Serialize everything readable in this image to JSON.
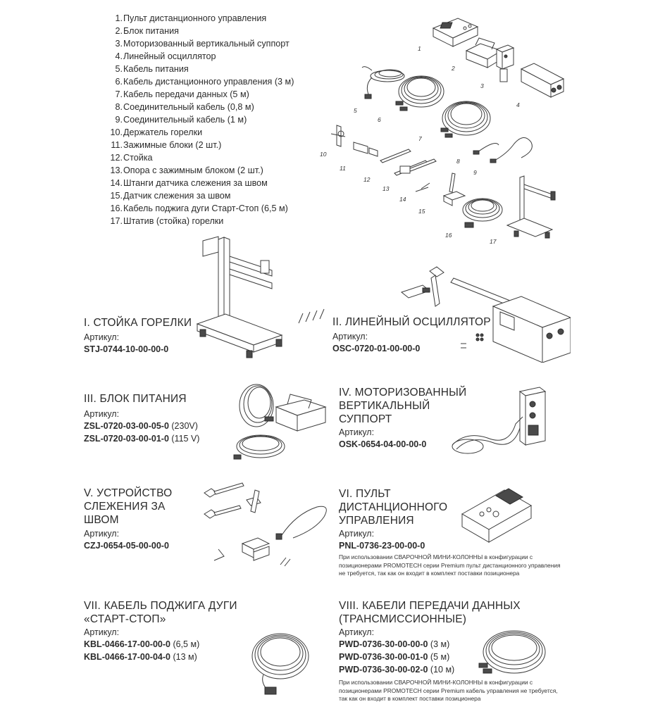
{
  "parts_list": [
    {
      "num": "1.",
      "label": "Пульт дистанционного управления"
    },
    {
      "num": "2.",
      "label": "Блок питания"
    },
    {
      "num": "3.",
      "label": "Моторизованный вертикальный суппорт"
    },
    {
      "num": "4.",
      "label": "Линейный осциллятор"
    },
    {
      "num": "5.",
      "label": "Кабель питания"
    },
    {
      "num": "6.",
      "label": "Кабель дистанционного управления (3 м)"
    },
    {
      "num": "7.",
      "label": "Кабель передачи данных (5 м)"
    },
    {
      "num": "8.",
      "label": "Соединительный кабель (0,8 м)"
    },
    {
      "num": "9.",
      "label": "Соединительный кабель (1 м)"
    },
    {
      "num": "10.",
      "label": "Держатель горелки"
    },
    {
      "num": "11.",
      "label": "Зажимные блоки (2 шт.)"
    },
    {
      "num": "12.",
      "label": "Стойка"
    },
    {
      "num": "13.",
      "label": "Опора с зажимным блоком (2 шт.)"
    },
    {
      "num": "14.",
      "label": "Штанги датчика слежения за швом"
    },
    {
      "num": "15.",
      "label": "Датчик слежения за швом"
    },
    {
      "num": "16.",
      "label": "Кабель поджига дуги Старт-Стоп (6,5 м)"
    },
    {
      "num": "17.",
      "label": "Штатив (стойка) горелки"
    }
  ],
  "diagram_numbers": [
    "1",
    "2",
    "3",
    "4",
    "5",
    "6",
    "7",
    "8",
    "9",
    "10",
    "11",
    "12",
    "13",
    "14",
    "15",
    "16",
    "17"
  ],
  "sections": {
    "s1": {
      "title": "I. СТОЙКА ГОРЕЛКИ",
      "article_label": "Артикул:",
      "codes": [
        {
          "code": "STJ-0744-10-00-00-0",
          "extra": ""
        }
      ]
    },
    "s2": {
      "title": "II. ЛИНЕЙНЫЙ ОСЦИЛЛЯТОР",
      "article_label": "Артикул:",
      "codes": [
        {
          "code": "OSC-0720-01-00-00-0",
          "extra": ""
        }
      ]
    },
    "s3": {
      "title": "III. БЛОК ПИТАНИЯ",
      "article_label": "Артикул:",
      "codes": [
        {
          "code": "ZSL-0720-03-00-05-0",
          "extra": " (230V)"
        },
        {
          "code": "ZSL-0720-03-00-01-0",
          "extra": " (115 V)"
        }
      ]
    },
    "s4": {
      "title_lines": [
        "IV. МОТОРИЗОВАННЫЙ",
        "ВЕРТИКАЛЬНЫЙ",
        "СУППОРТ"
      ],
      "article_label": "Артикул:",
      "codes": [
        {
          "code": "OSK-0654-04-00-00-0",
          "extra": ""
        }
      ]
    },
    "s5": {
      "title_lines": [
        "V. УСТРОЙСТВО",
        "СЛЕЖЕНИЯ ЗА",
        "ШВОМ"
      ],
      "article_label": "Артикул:",
      "codes": [
        {
          "code": "CZJ-0654-05-00-00-0",
          "extra": ""
        }
      ]
    },
    "s6": {
      "title_lines": [
        "VI. ПУЛЬТ",
        "ДИСТАНЦИОННОГО",
        "УПРАВЛЕНИЯ"
      ],
      "article_label": "Артикул:",
      "codes": [
        {
          "code": "PNL-0736-23-00-00-0",
          "extra": ""
        }
      ],
      "note": "При использовании СВАРОЧНОЙ МИНИ-КОЛОННЫ в конфигурации с позиционерами PROMOTECH серии Premium пульт дистанционного управления не требуется, так как он входит в комплект поставки позиционера"
    },
    "s7": {
      "title_lines": [
        "VII. КАБЕЛЬ ПОДЖИГА ДУГИ",
        "«СТАРТ-СТОП»"
      ],
      "article_label": "Артикул:",
      "codes": [
        {
          "code": "KBL-0466-17-00-00-0",
          "extra": " (6,5 м)"
        },
        {
          "code": "KBL-0466-17-00-04-0",
          "extra": " (13 м)"
        }
      ]
    },
    "s8": {
      "title_lines": [
        "VIII. КАБЕЛИ ПЕРЕДАЧИ ДАННЫХ",
        "(ТРАНСМИССИОННЫЕ)"
      ],
      "article_label": "Артикул:",
      "codes": [
        {
          "code": "PWD-0736-30-00-00-0",
          "extra": " (3 м)"
        },
        {
          "code": "PWD-0736-30-00-01-0",
          "extra": " (5 м)"
        },
        {
          "code": "PWD-0736-30-00-02-0",
          "extra": " (10 м)"
        }
      ],
      "note": "При использовании СВАРОЧНОЙ МИНИ-КОЛОННЫ в конфигурации с позиционерами PROMOTECH серии Premium кабель управления не требуется, так как он входит в комплект поставки позиционера"
    }
  }
}
